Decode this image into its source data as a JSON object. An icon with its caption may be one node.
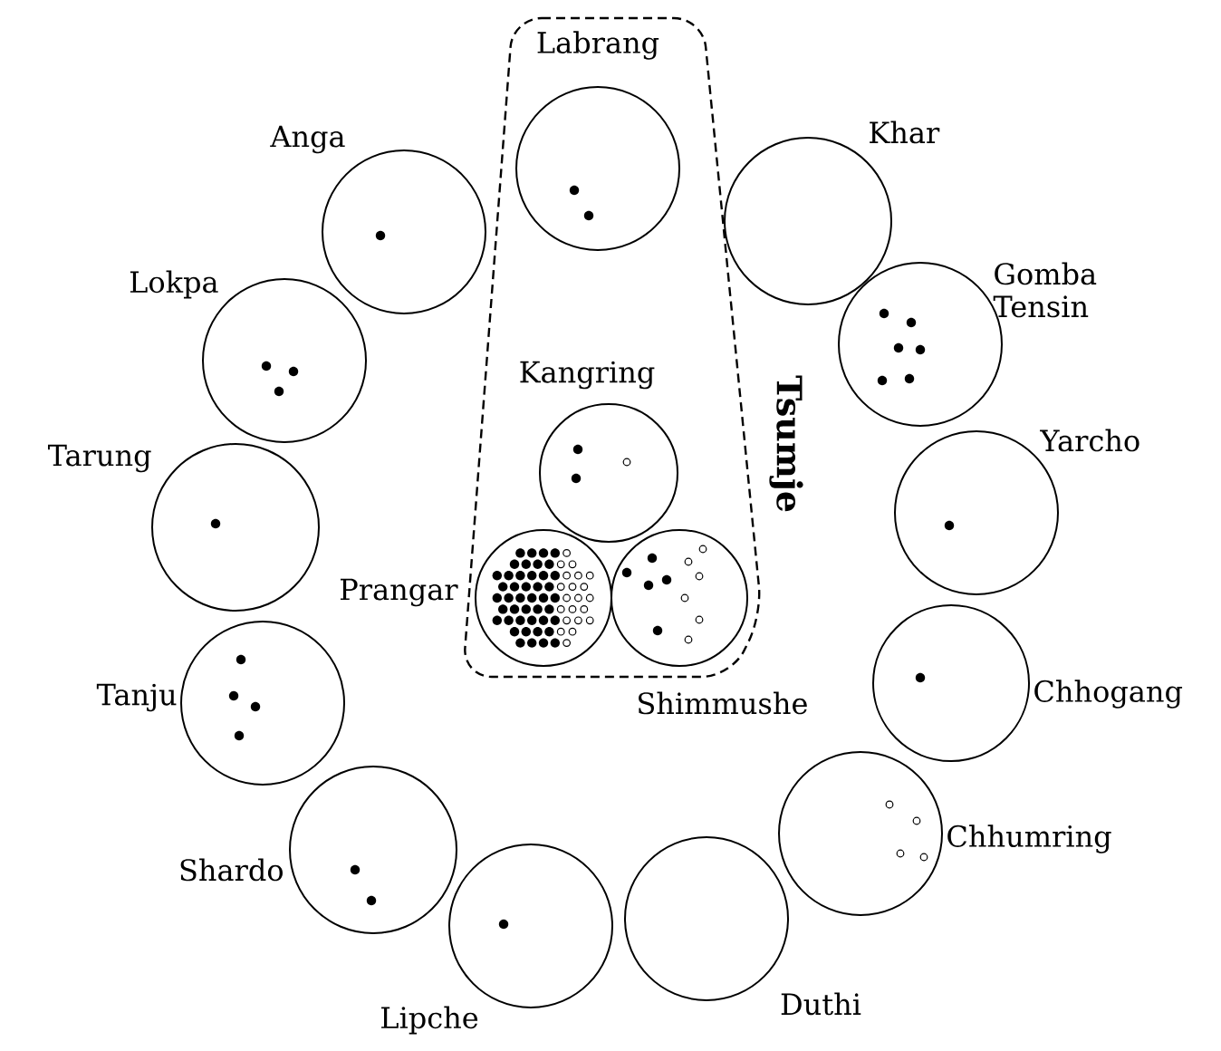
{
  "diagram": {
    "nodes": [
      {
        "text": [
          "Tsumje"
        ]
      },
      {
        "text": [
          "Labrang"
        ],
        "in": 0
      },
      {
        "text": [
          "Anga"
        ]
      },
      {
        "text": [
          "Khar"
        ]
      },
      {
        "text": [
          "Lokpa"
        ]
      },
      {
        "text": [
          "Gomba Tensin"
        ]
      },
      {
        "text": [
          "Kangring"
        ],
        "in": 0
      },
      {
        "text": [
          "Tarung"
        ]
      },
      {
        "text": [
          "Yarcho"
        ]
      },
      {
        "text": [
          "Prangar"
        ],
        "in": 0
      },
      {
        "text": [
          "Shimmushe"
        ],
        "in": 0
      },
      {
        "text": [
          "Tanju"
        ]
      },
      {
        "text": [
          "Chhogang"
        ]
      },
      {
        "text": [
          "Shardo"
        ]
      },
      {
        "text": [
          "Chhumring"
        ]
      },
      {
        "text": [
          "Lipche"
        ]
      },
      {
        "text": [
          "Duthi"
        ]
      }
    ]
  }
}
